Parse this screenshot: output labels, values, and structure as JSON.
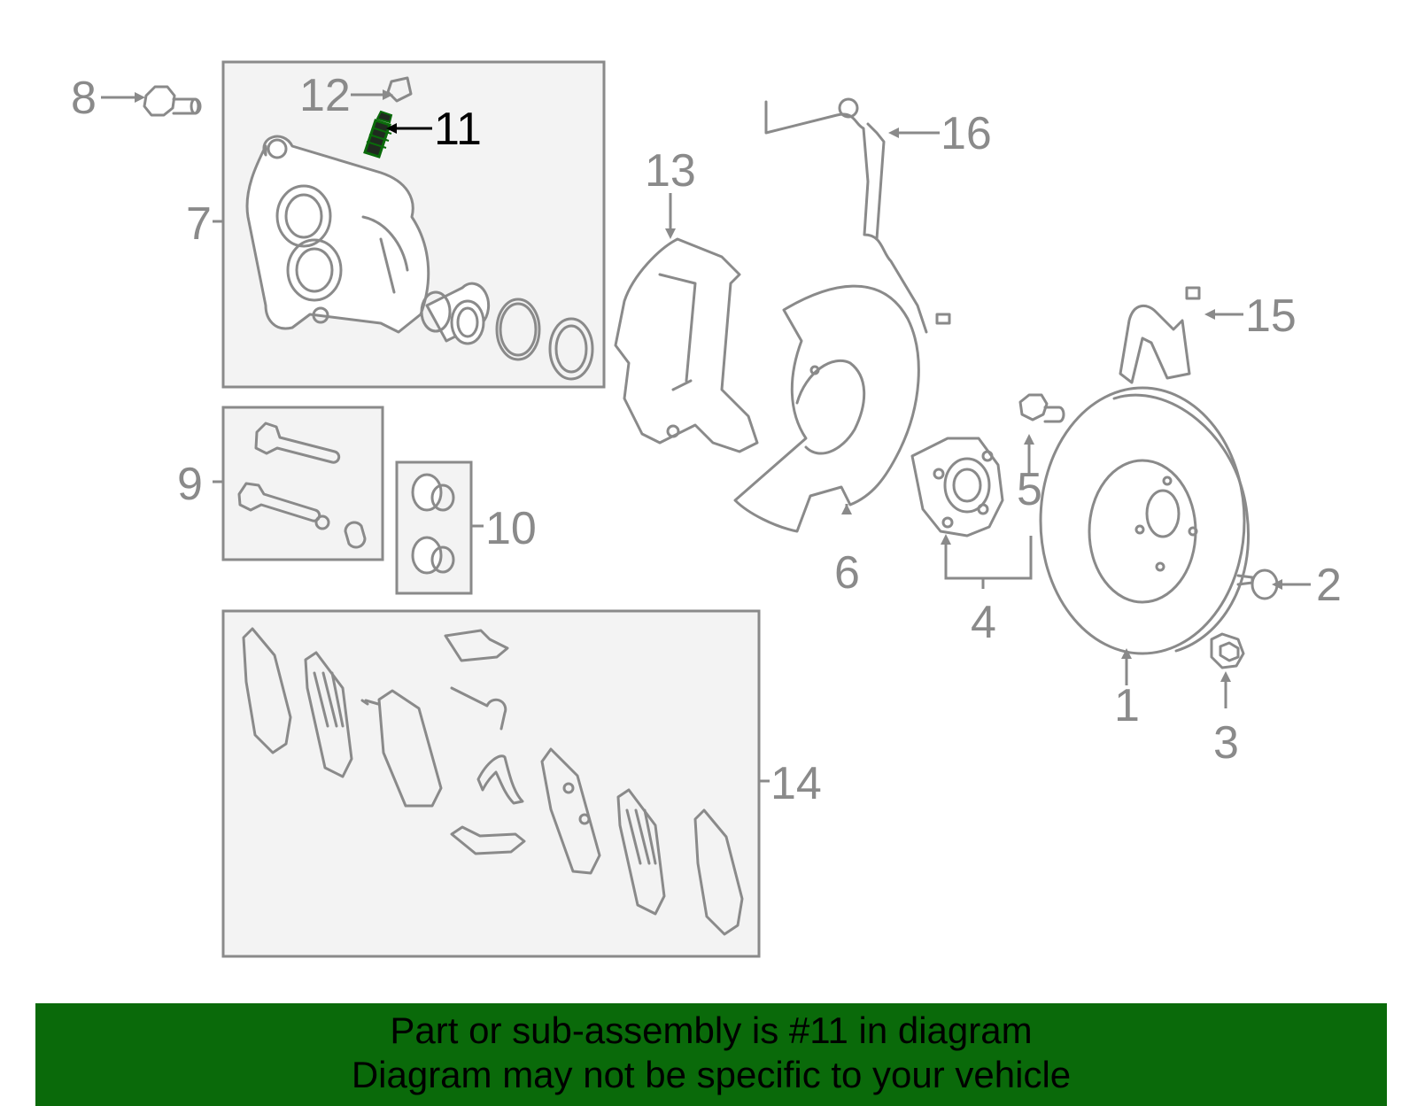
{
  "diagram": {
    "highlight_color": "#0a6a0a",
    "highlighted_part": "11",
    "callouts": [
      {
        "id": "c1",
        "text": "1"
      },
      {
        "id": "c2",
        "text": "2"
      },
      {
        "id": "c3",
        "text": "3"
      },
      {
        "id": "c4",
        "text": "4"
      },
      {
        "id": "c5",
        "text": "5"
      },
      {
        "id": "c6",
        "text": "6"
      },
      {
        "id": "c7",
        "text": "7"
      },
      {
        "id": "c8",
        "text": "8"
      },
      {
        "id": "c9",
        "text": "9"
      },
      {
        "id": "c10",
        "text": "10"
      },
      {
        "id": "c11",
        "text": "11"
      },
      {
        "id": "c12",
        "text": "12"
      },
      {
        "id": "c13",
        "text": "13"
      },
      {
        "id": "c14",
        "text": "14"
      },
      {
        "id": "c15",
        "text": "15"
      },
      {
        "id": "c16",
        "text": "16"
      }
    ]
  },
  "banner": {
    "line1": "Part or sub-assembly is #11 in diagram",
    "line2": "Diagram may not be specific to your vehicle",
    "background": "#0a6a0a"
  }
}
